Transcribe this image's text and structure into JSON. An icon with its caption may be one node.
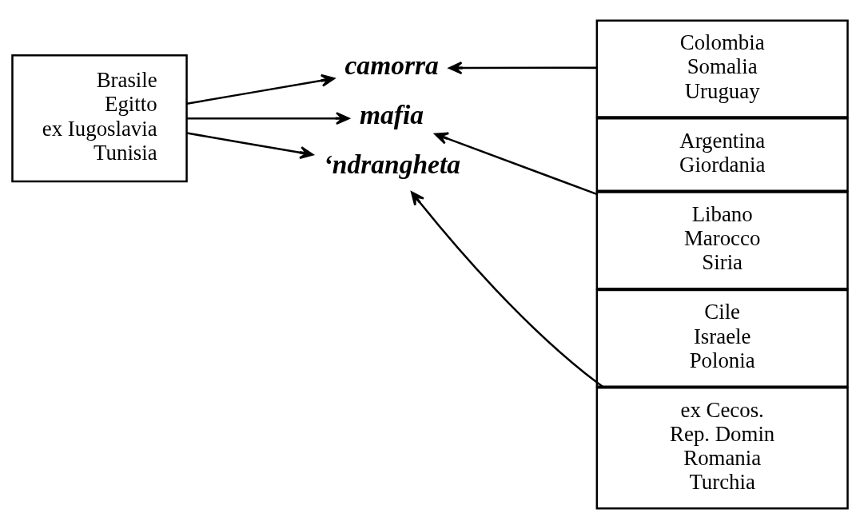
{
  "diagram": {
    "nodes": [
      {
        "text": [
          "Brasile",
          "Egitto",
          "ex Iugoslavia",
          "Tunisia"
        ]
      },
      {
        "text": [
          "camorra"
        ]
      },
      {
        "text": [
          "mafia"
        ]
      },
      {
        "text": [
          "‘ndrangheta"
        ]
      },
      {
        "text": [
          "Colombia",
          "Somalia",
          "Uruguay"
        ]
      },
      {
        "text": [
          "Argentina",
          "Giordania"
        ]
      },
      {
        "text": [
          "Libano",
          "Marocco",
          "Siria"
        ]
      },
      {
        "text": [
          "Cile",
          "Israele",
          "Polonia"
        ]
      },
      {
        "text": [
          "ex Cecos.",
          "Rep. Domin",
          "Romania",
          "Turchia"
        ]
      }
    ],
    "edges": [
      {
        "from": 0,
        "to": 1,
        "arrow": "to"
      },
      {
        "from": 0,
        "to": 2,
        "arrow": "to"
      },
      {
        "from": 0,
        "to": 3,
        "arrow": "to"
      },
      {
        "from": 4,
        "to": 1,
        "arrow": "to"
      },
      {
        "from": 6,
        "to": 2,
        "arrow": "to"
      },
      {
        "from": 8,
        "to": 3,
        "arrow": "to"
      }
    ]
  }
}
